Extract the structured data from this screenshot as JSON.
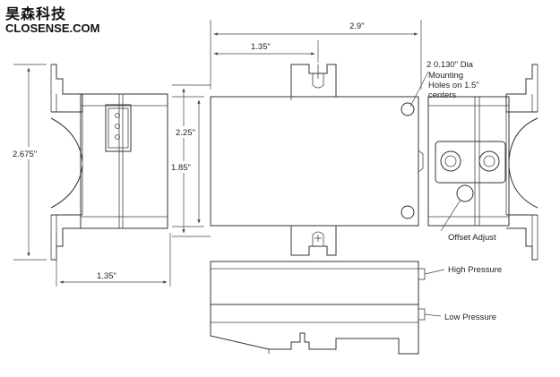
{
  "brand": {
    "chinese_name": "昊森科技",
    "english_name": "CLOSENSE.COM"
  },
  "dimensions": {
    "overall_width": "2.9\"",
    "tab_offset": "1.35\"",
    "left_height": "2.675\"",
    "body_height": "2.25\"",
    "inner_height": "1.85\"",
    "bottom_width": "1.35\""
  },
  "callouts": {
    "mounting_line1": "2 0.130\" Dia",
    "mounting_line2": "Mounting",
    "mounting_line3": "Holes on 1.5\"",
    "mounting_line4": "centers",
    "offset_adjust": "Offset Adjust",
    "high_pressure": "High Pressure",
    "low_pressure": "Low Pressure"
  }
}
